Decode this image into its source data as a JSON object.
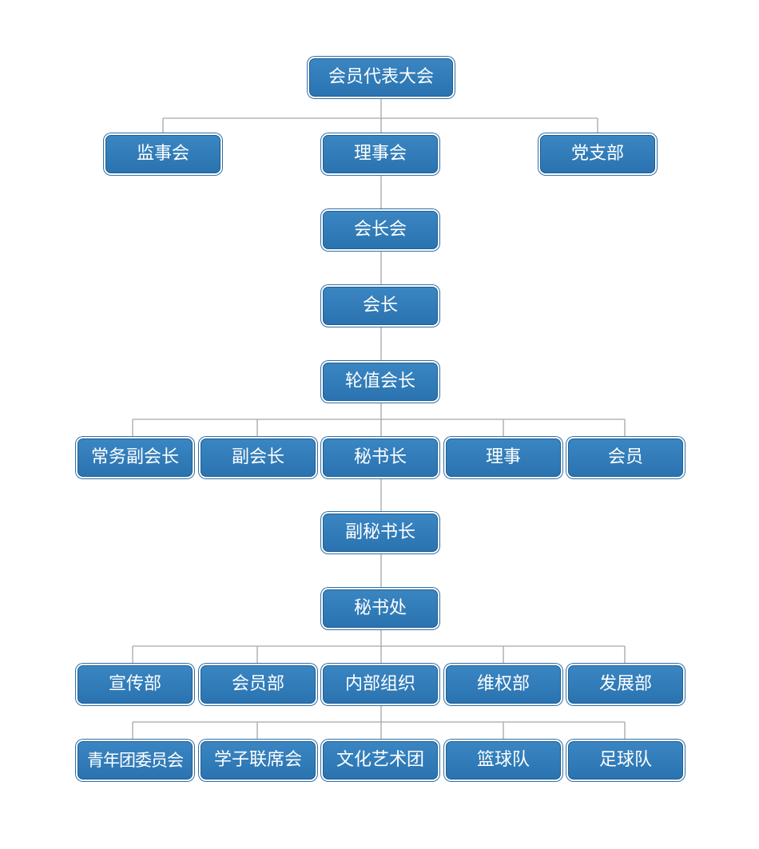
{
  "org_chart": {
    "top": "会员代表大会",
    "level2": [
      "监事会",
      "理事会",
      "党支部"
    ],
    "chain": [
      "会长会",
      "会长",
      "轮值会长"
    ],
    "leadership_row": [
      "常务副会长",
      "副会长",
      "秘书长",
      "理事",
      "会员"
    ],
    "vice_secretary": "副秘书长",
    "secretariat": "秘书处",
    "departments": [
      "宣传部",
      "会员部",
      "内部组织",
      "维权部",
      "发展部"
    ],
    "internal_orgs": [
      "青年团委员会",
      "学子联席会",
      "文化艺术团",
      "篮球队",
      "足球队"
    ]
  },
  "colors": {
    "node_fill": "#2f79b8",
    "node_border": "#1f5d92",
    "connector": "#a6a6a6",
    "text": "#ffffff"
  }
}
